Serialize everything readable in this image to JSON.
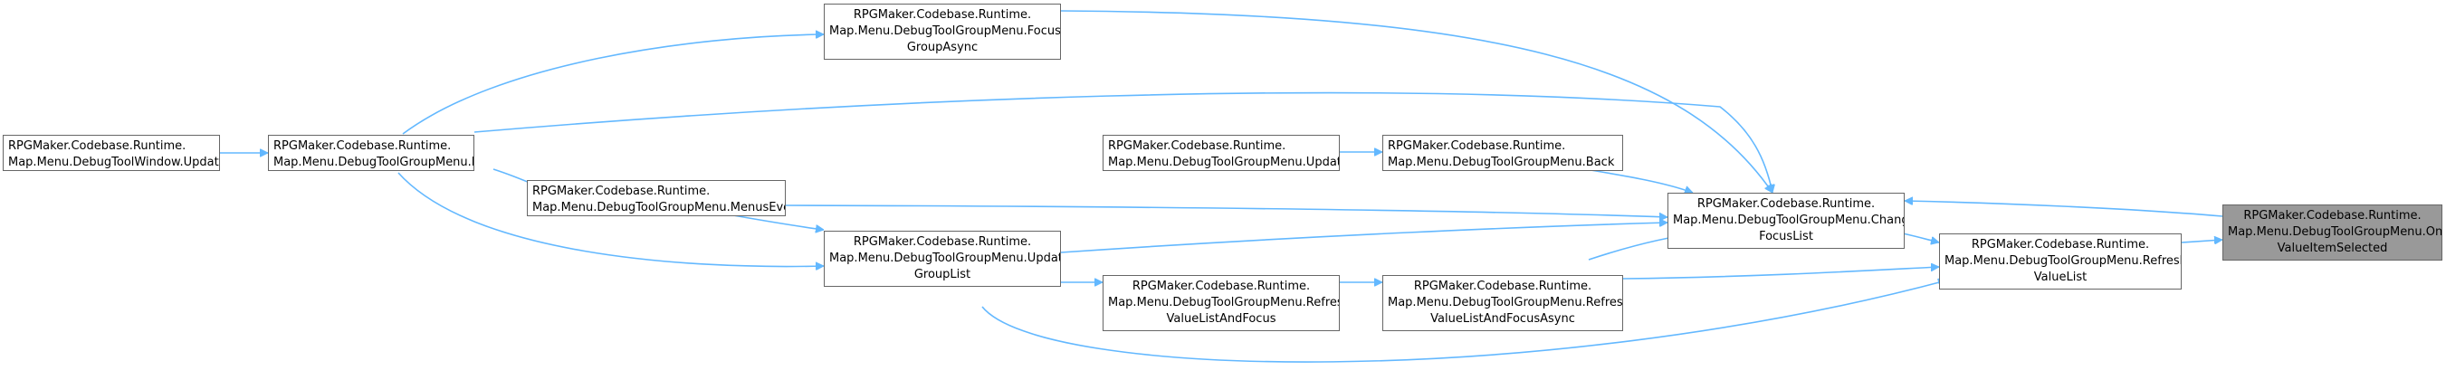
{
  "graph": {
    "selected_node": "on-value-item-selected",
    "edge_color": "#63b8ff",
    "selected_fill": "#999999",
    "nodes": {
      "debug-tool-window-update": {
        "lines": [
          "RPGMaker.Codebase.Runtime.",
          "Map.Menu.DebugToolWindow.Update"
        ]
      },
      "group-menu-init": {
        "lines": [
          "RPGMaker.Codebase.Runtime.",
          "Map.Menu.DebugToolGroupMenu.Init"
        ]
      },
      "focus-group-async": {
        "lines": [
          "RPGMaker.Codebase.Runtime.",
          "Map.Menu.DebugToolGroupMenu.Focus",
          "GroupAsync"
        ]
      },
      "menus-event": {
        "lines": [
          "RPGMaker.Codebase.Runtime.",
          "Map.Menu.DebugToolGroupMenu.MenusEvent"
        ]
      },
      "update-group-list": {
        "lines": [
          "RPGMaker.Codebase.Runtime.",
          "Map.Menu.DebugToolGroupMenu.Update",
          "GroupList"
        ]
      },
      "group-menu-update": {
        "lines": [
          "RPGMaker.Codebase.Runtime.",
          "Map.Menu.DebugToolGroupMenu.Update"
        ]
      },
      "group-menu-back": {
        "lines": [
          "RPGMaker.Codebase.Runtime.",
          "Map.Menu.DebugToolGroupMenu.Back"
        ]
      },
      "refresh-value-list-and-focus": {
        "lines": [
          "RPGMaker.Codebase.Runtime.",
          "Map.Menu.DebugToolGroupMenu.Refresh",
          "ValueListAndFocus"
        ]
      },
      "refresh-value-list-and-focus-async": {
        "lines": [
          "RPGMaker.Codebase.Runtime.",
          "Map.Menu.DebugToolGroupMenu.Refresh",
          "ValueListAndFocusAsync"
        ]
      },
      "change-focus-list": {
        "lines": [
          "RPGMaker.Codebase.Runtime.",
          "Map.Menu.DebugToolGroupMenu.Change",
          "FocusList"
        ]
      },
      "refresh-value-list": {
        "lines": [
          "RPGMaker.Codebase.Runtime.",
          "Map.Menu.DebugToolGroupMenu.Refresh",
          "ValueList"
        ]
      },
      "on-value-item-selected": {
        "lines": [
          "RPGMaker.Codebase.Runtime.",
          "Map.Menu.DebugToolGroupMenu.On",
          "ValueItemSelected"
        ]
      }
    },
    "edges": [
      {
        "from": "debug-tool-window-update",
        "to": "group-menu-init"
      },
      {
        "from": "group-menu-init",
        "to": "focus-group-async"
      },
      {
        "from": "group-menu-init",
        "to": "change-focus-list"
      },
      {
        "from": "group-menu-init",
        "to": "menus-event"
      },
      {
        "from": "group-menu-init",
        "to": "update-group-list"
      },
      {
        "from": "focus-group-async",
        "to": "change-focus-list"
      },
      {
        "from": "menus-event",
        "to": "change-focus-list"
      },
      {
        "from": "menus-event",
        "to": "update-group-list"
      },
      {
        "from": "update-group-list",
        "to": "change-focus-list"
      },
      {
        "from": "update-group-list",
        "to": "refresh-value-list-and-focus"
      },
      {
        "from": "update-group-list",
        "to": "refresh-value-list"
      },
      {
        "from": "group-menu-update",
        "to": "group-menu-back"
      },
      {
        "from": "group-menu-back",
        "to": "change-focus-list"
      },
      {
        "from": "refresh-value-list-and-focus",
        "to": "refresh-value-list-and-focus-async"
      },
      {
        "from": "refresh-value-list-and-focus-async",
        "to": "change-focus-list"
      },
      {
        "from": "refresh-value-list-and-focus-async",
        "to": "refresh-value-list"
      },
      {
        "from": "change-focus-list",
        "to": "refresh-value-list"
      },
      {
        "from": "refresh-value-list",
        "to": "on-value-item-selected"
      },
      {
        "from": "on-value-item-selected",
        "to": "change-focus-list"
      }
    ]
  }
}
